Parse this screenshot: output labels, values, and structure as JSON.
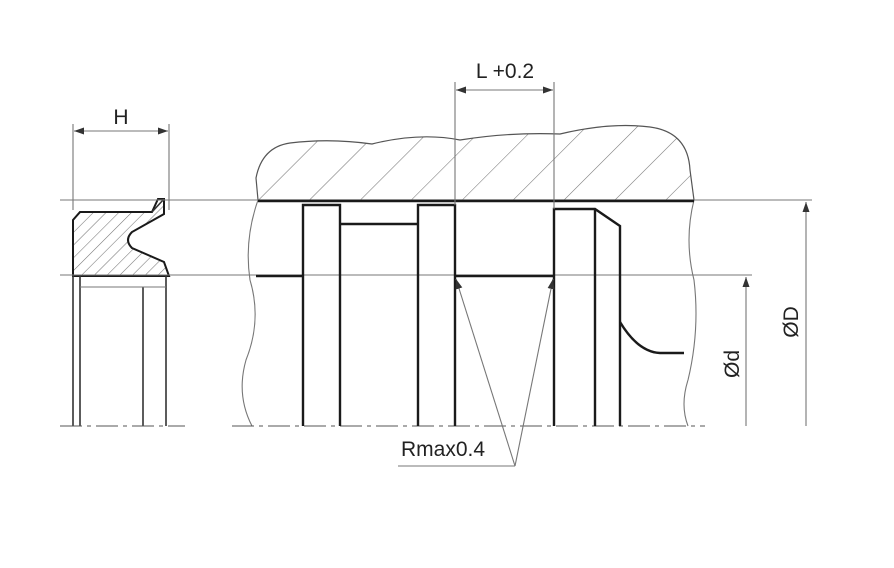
{
  "labels": {
    "height": "H",
    "groove_length": "L +0.2",
    "inner_diameter": "Ød",
    "outer_diameter": "ØD",
    "radius": "Rmax0.4"
  },
  "colors": {
    "line": "#1a1a1a",
    "thin_line": "#777777",
    "background": "#ffffff"
  }
}
